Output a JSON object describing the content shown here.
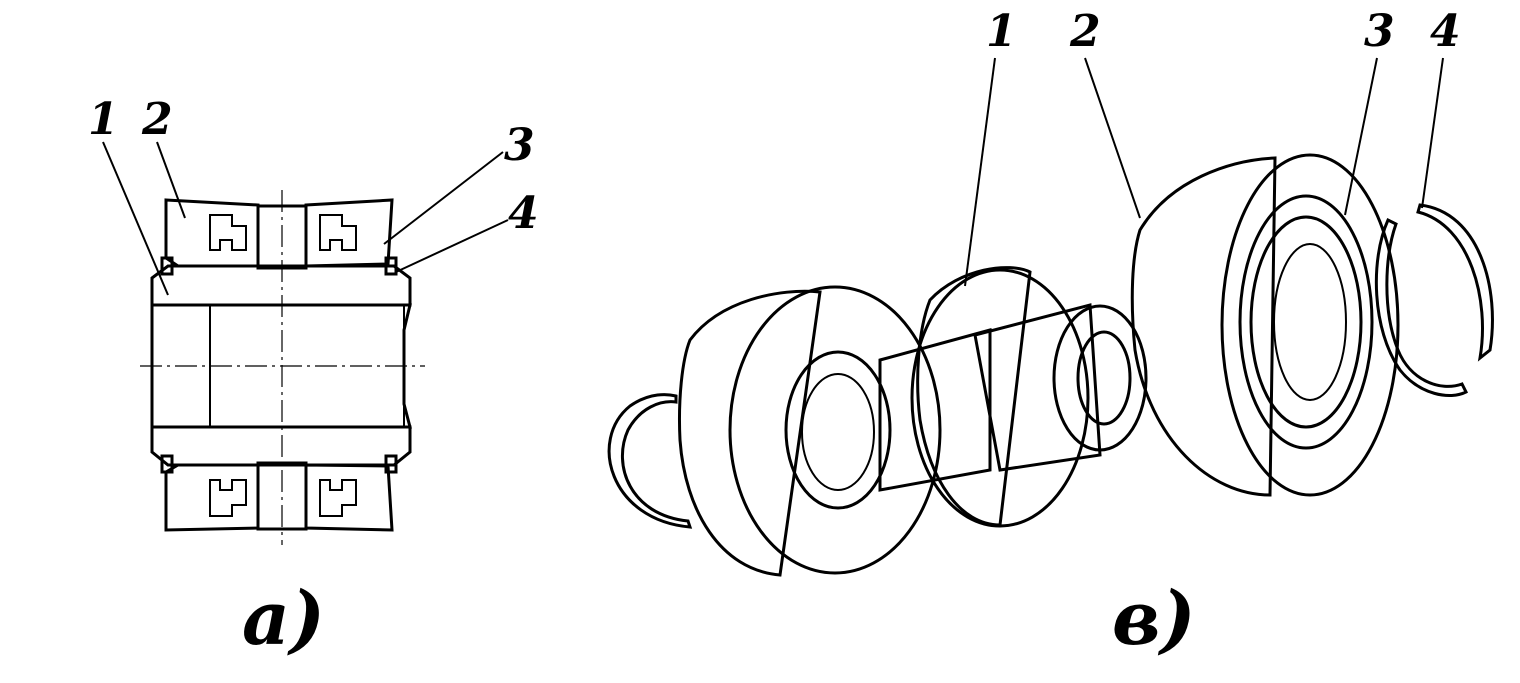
{
  "figure_a": {
    "caption": "а)",
    "callouts": [
      "1",
      "2",
      "3",
      "4"
    ]
  },
  "figure_v": {
    "caption": "в)",
    "callouts": [
      "1",
      "2",
      "3",
      "4"
    ]
  },
  "colors": {
    "ink": "#000000",
    "paper": "#ffffff"
  }
}
